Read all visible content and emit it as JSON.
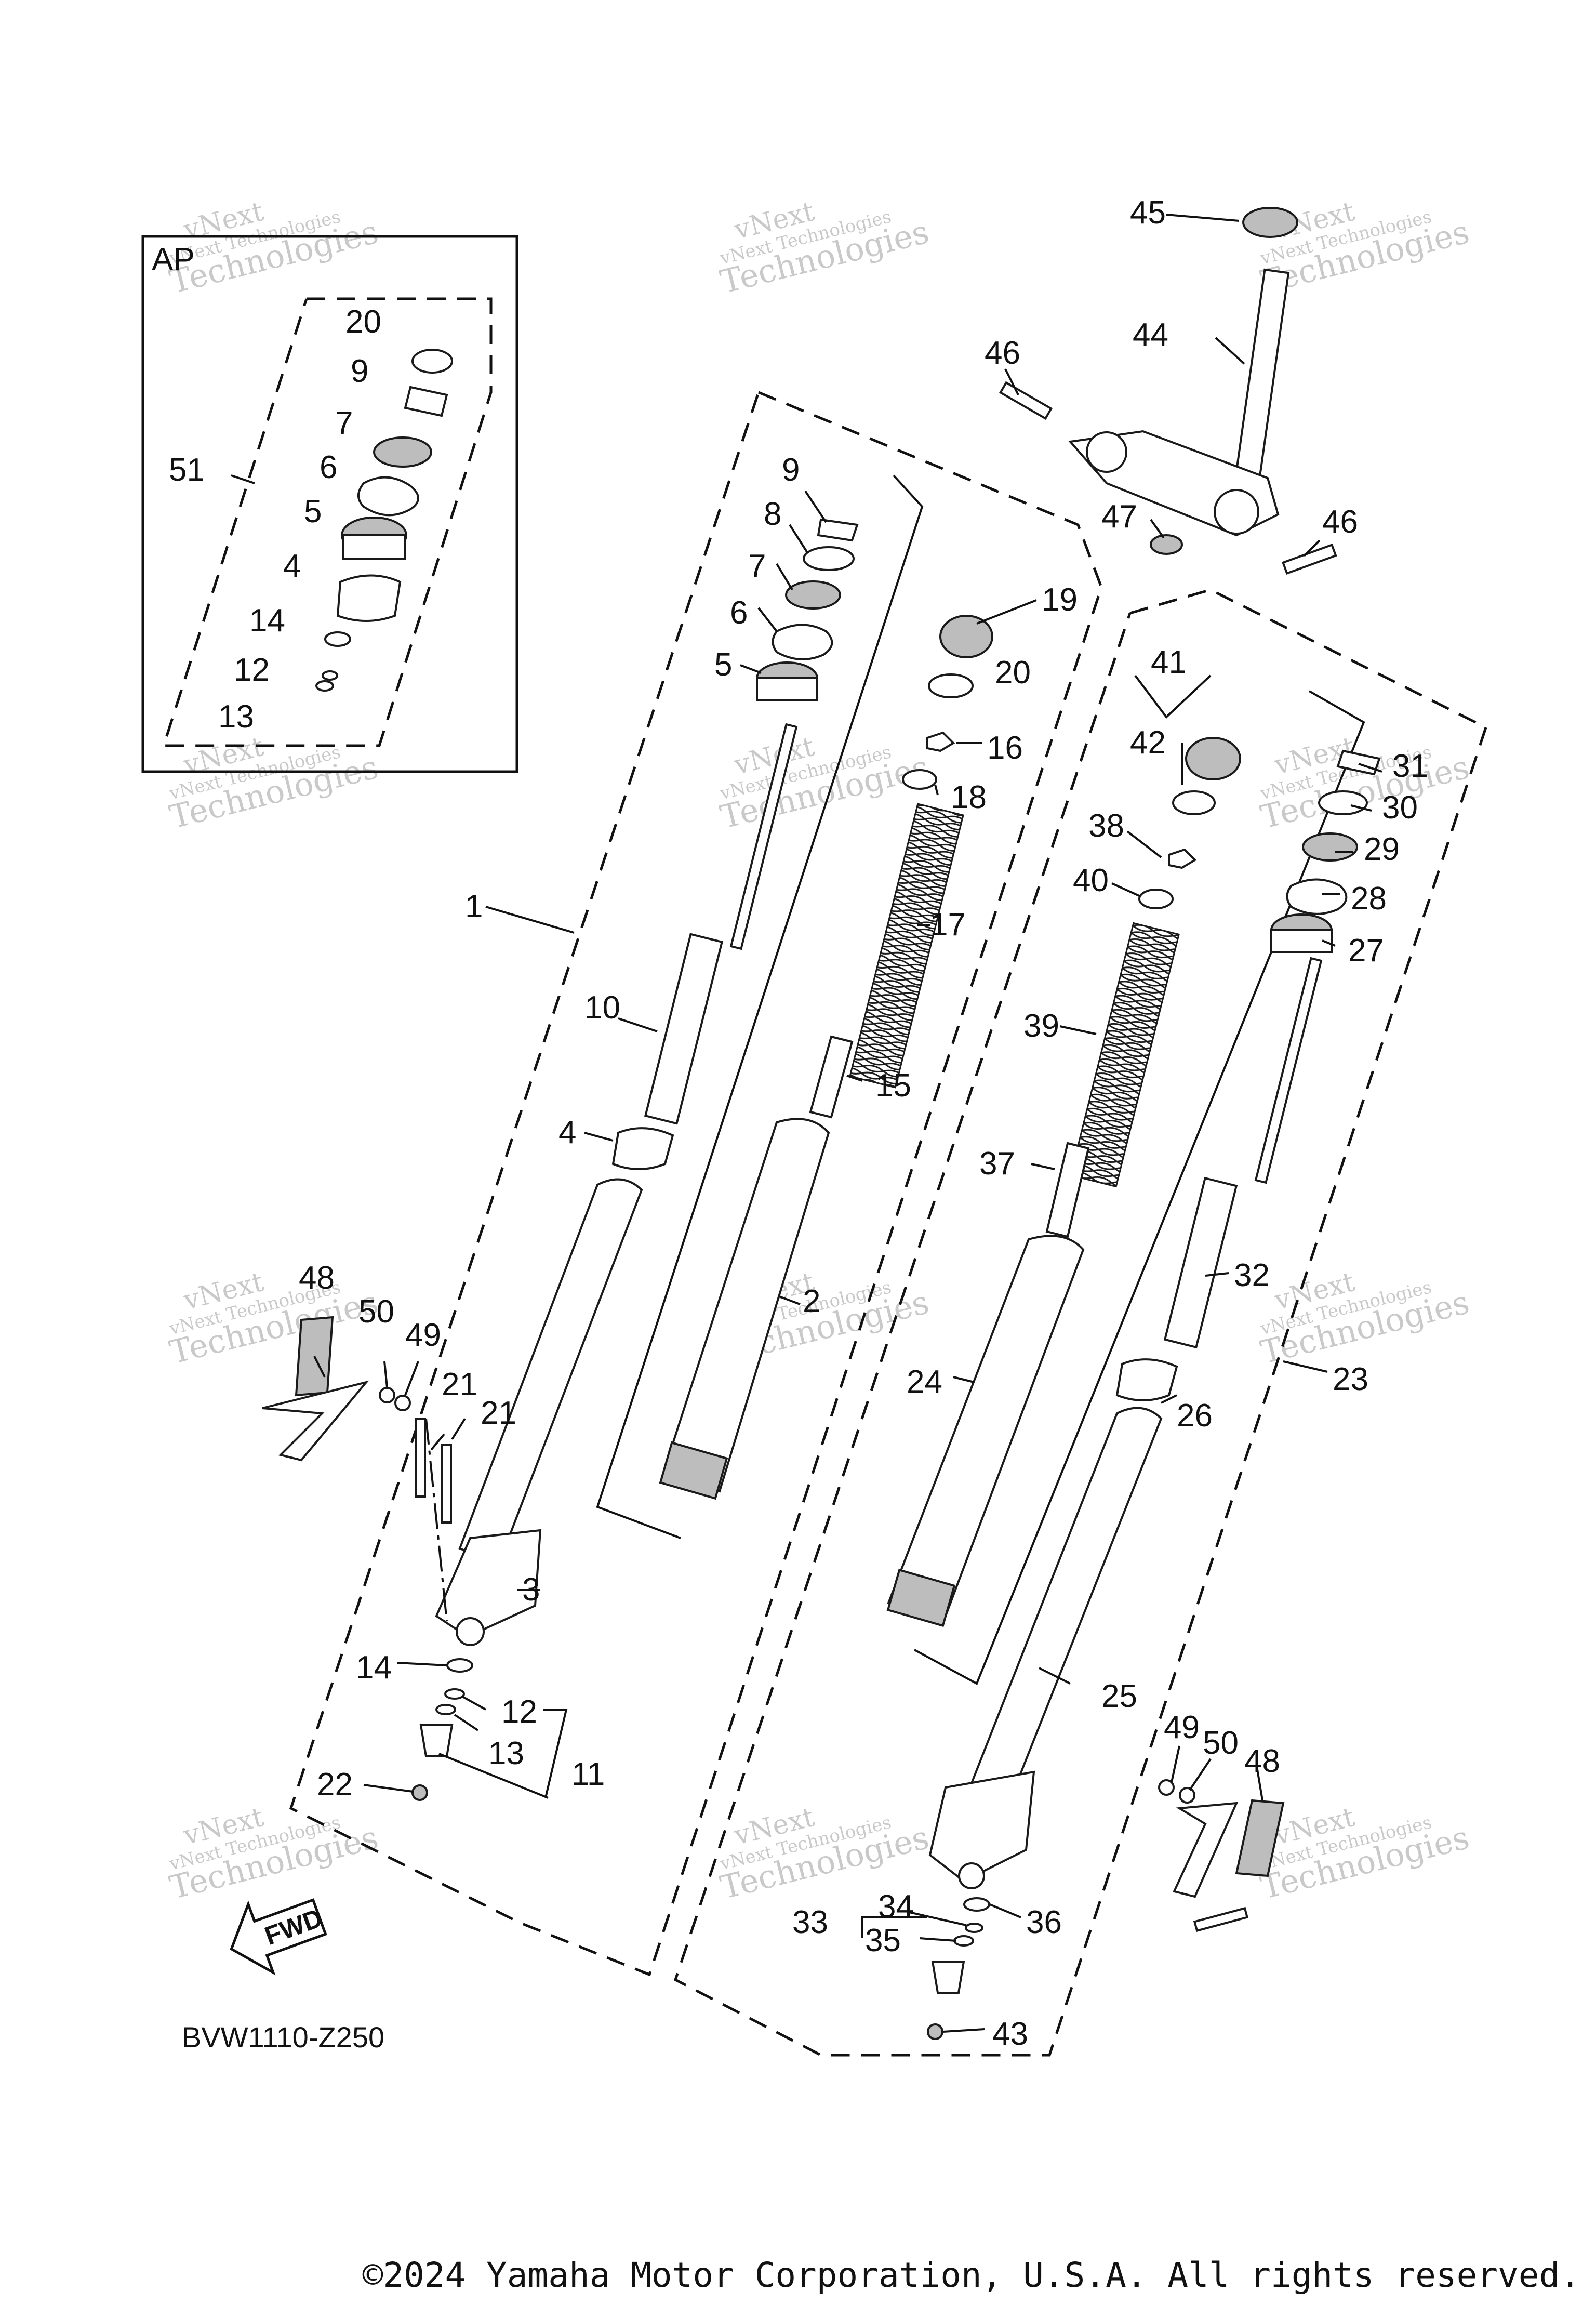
{
  "inset_label": "AP",
  "diagram_code": "BVW1110-Z250",
  "fwd_label": "FWD",
  "copyright": "©2024 Yamaha Motor Corporation, U.S.A. All rights reserved.",
  "watermark": {
    "line1": "vNext Technologies",
    "line2": "Technologies",
    "brand": "vNext"
  },
  "callouts": {
    "c1": "1",
    "c2": "2",
    "c3": "3",
    "c4a": "4",
    "c4b": "4",
    "c5a": "5",
    "c5b": "5",
    "c6a": "6",
    "c6b": "6",
    "c7a": "7",
    "c7b": "7",
    "c8": "8",
    "c9a": "9",
    "c9b": "9",
    "c10": "10",
    "c11": "11",
    "c12a": "12",
    "c12b": "12",
    "c13a": "13",
    "c13b": "13",
    "c14a": "14",
    "c14b": "14",
    "c15": "15",
    "c16": "16",
    "c17": "17",
    "c18": "18",
    "c19": "19",
    "c20a": "20",
    "c20b": "20",
    "c21a": "21",
    "c21b": "21",
    "c22": "22",
    "c23": "23",
    "c24": "24",
    "c25": "25",
    "c26": "26",
    "c27": "27",
    "c28": "28",
    "c29": "29",
    "c30": "30",
    "c31": "31",
    "c32": "32",
    "c33": "33",
    "c34": "34",
    "c35": "35",
    "c36": "36",
    "c37": "37",
    "c38": "38",
    "c39": "39",
    "c40": "40",
    "c41": "41",
    "c42": "42",
    "c43": "43",
    "c44": "44",
    "c45": "45",
    "c46a": "46",
    "c46b": "46",
    "c47": "47",
    "c48a": "48",
    "c48b": "48",
    "c49a": "49",
    "c49b": "49",
    "c50a": "50",
    "c50b": "50",
    "c51": "51"
  }
}
